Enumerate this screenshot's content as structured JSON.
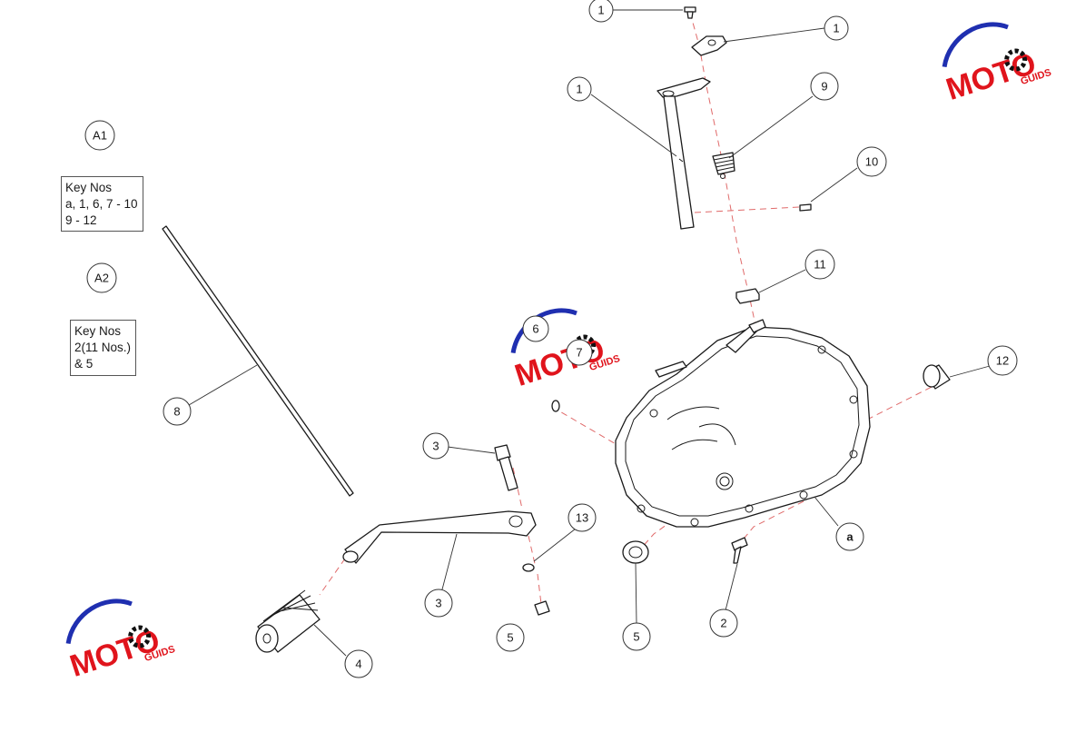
{
  "colors": {
    "line": "#1a1a1a",
    "dash": "#e06a6a",
    "watermark_blue": "#1f2fb0",
    "watermark_red": "#e0141c",
    "watermark_black": "#111111"
  },
  "groups": {
    "a1": {
      "label": "A1",
      "title": "Key Nos",
      "lines": [
        "a, 1, 6, 7 - 10",
        "9 - 12"
      ]
    },
    "a2": {
      "label": "A2",
      "title": "Key Nos",
      "lines": [
        "2(11 Nos.)",
        "& 5"
      ]
    }
  },
  "callouts": [
    {
      "id": "c1-top",
      "label": "1"
    },
    {
      "id": "c1-right",
      "label": "1"
    },
    {
      "id": "c1-left",
      "label": "1"
    },
    {
      "id": "c9",
      "label": "9"
    },
    {
      "id": "c10",
      "label": "10"
    },
    {
      "id": "c11",
      "label": "11"
    },
    {
      "id": "c6",
      "label": "6"
    },
    {
      "id": "c7",
      "label": "7"
    },
    {
      "id": "c12",
      "label": "12"
    },
    {
      "id": "c8",
      "label": "8"
    },
    {
      "id": "c3-top",
      "label": "3"
    },
    {
      "id": "c3-bottom",
      "label": "3"
    },
    {
      "id": "c13",
      "label": "13"
    },
    {
      "id": "ca",
      "label": "a"
    },
    {
      "id": "c5-left",
      "label": "5"
    },
    {
      "id": "c5-right",
      "label": "5"
    },
    {
      "id": "c2",
      "label": "2"
    },
    {
      "id": "c4",
      "label": "4"
    }
  ],
  "watermark": {
    "main": "MOTO",
    "sub": "GUIDS"
  }
}
